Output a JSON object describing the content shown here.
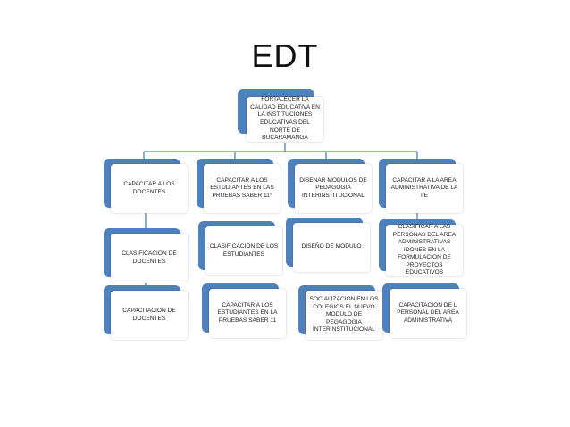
{
  "title": "EDT",
  "colors": {
    "box_back": "#4f81bd",
    "box_front": "#ffffff",
    "connector": "#4f81bd"
  },
  "root": {
    "label": "FORTALECER LA CALIDAD EDUCATIVA EN LA INSTITUCIONES EDUCATIVAS DEL NORTE DE BUCARAMANGA"
  },
  "columns": [
    {
      "label": "CAPACITAR A LOS DOCENTES",
      "children": [
        "CLASIFICACION DE DOCENTES",
        "CAPACITACION DE DOCENTES"
      ]
    },
    {
      "label": "CAPACITAR A LOS ESTUDIANTES EN LAS PRUEBAS SABER 11°",
      "children": [
        "CLASIFICACION DE LOS ESTUDIANTES",
        "CAPACITAR A LOS ESTUDIANTES EN LA PRUEBAS SABER 11"
      ]
    },
    {
      "label": "DISEÑAR MODULOS DE PEDAGOGIA INTERINSTITUCIONAL",
      "children": [
        "DISEÑO DE MODULO",
        "SOCIALIZACION EN LOS COLEGIOS EL NUEVO MODULO DE PEGAGOGIA INTERINSTITUCIONAL"
      ]
    },
    {
      "label": "CAPACITAR A LA AREA ADMINISTRATIVA DE LA I.E",
      "children": [
        "CLASIFICAR A LAS PERSONAS DEL AREA ADMINISTRATIVAS IDONES EN LA FORMULACION DE PROYECTOS EDUCATIVOS",
        "CAPACITACION DE L PERSONAL DEL AREA ADMINISTRATIVA"
      ]
    }
  ]
}
